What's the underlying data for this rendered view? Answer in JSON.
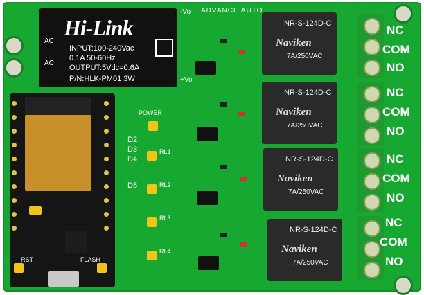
{
  "board": {
    "silkscreen_top": "ADVANCE AUTO",
    "power_label": "POWER"
  },
  "hlk_module": {
    "logo": "Hi-Link",
    "input": "INPUT:100-240Vac",
    "current": "0.1A 50-60Hz",
    "output": "OUTPUT:5Vdc=0.6A",
    "part": "P/N:HLK-PM01 3W",
    "ac1": "AC",
    "ac2": "AC",
    "vo_neg": "-Vo",
    "vo_pos": "+Vo"
  },
  "leds": {
    "d2": "D2",
    "d3": "D3",
    "d4": "D4",
    "d5": "D5",
    "rl1": "RL1",
    "rl2": "RL2",
    "rl3": "RL3",
    "rl4": "RL4"
  },
  "relays": [
    {
      "model": "NR-S-124D-C",
      "brand": "Naviken",
      "rating": "7A/250VAC"
    },
    {
      "model": "NR-S-124D-C",
      "brand": "Naviken",
      "rating": "7A/250VAC"
    },
    {
      "model": "NR-S-124D-C",
      "brand": "Naviken",
      "rating": "7A/250VAC"
    },
    {
      "model": "NR-S-124D-C",
      "brand": "Naviken",
      "rating": "7A/250VAC"
    }
  ],
  "terminals": [
    {
      "nc": "NC",
      "com": "COM",
      "no": "NO"
    },
    {
      "nc": "NC",
      "com": "COM",
      "no": "NO"
    },
    {
      "nc": "NC",
      "com": "COM",
      "no": "NO"
    },
    {
      "nc": "NC",
      "com": "COM",
      "no": "NO"
    }
  ],
  "esp": {
    "rst": "RST",
    "flash": "FLASH"
  },
  "colors": {
    "pcb": "#17a832",
    "relay": "#2a2a2a",
    "terminal": "#1f9a2e",
    "led": "#f2c31a"
  }
}
